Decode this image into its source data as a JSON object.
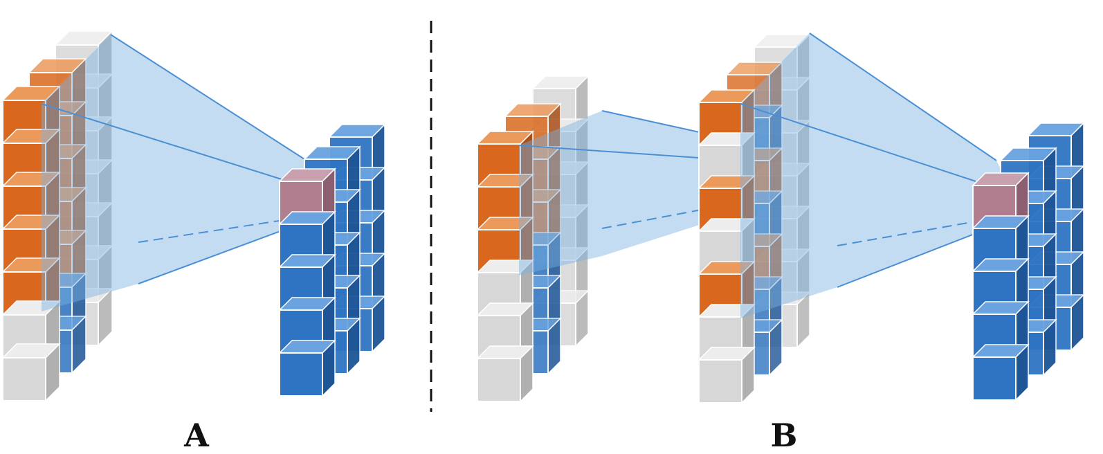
{
  "labels": {
    "a": "A",
    "b": "B"
  },
  "colors": {
    "orange": "#d9681e",
    "orange_top": "#ec9a5c",
    "orange_side": "#a9501a",
    "gray": "#d7d7d7",
    "gray_top": "#ededed",
    "gray_side": "#b0b0b0",
    "blue": "#2f74c2",
    "blue_top": "#6aa3e0",
    "blue_side": "#1d5596",
    "pink": "#b07e8e",
    "receptive_field": "#7bb2e3",
    "line": "#4a8fd4",
    "divider": "#111111",
    "edge": "#ffffff"
  },
  "diagram": {
    "panel_a": {
      "input_grid": {
        "rows": 7,
        "layers": 3,
        "highlighted_rows": 5
      },
      "output_grid": {
        "rows": 5,
        "layers": 3,
        "highlighted_rows": 1
      }
    },
    "panel_b": {
      "input_grid": {
        "rows": 6,
        "layers": 3,
        "highlighted_rows": 3
      },
      "middle_grid": {
        "rows": 7,
        "layers": 3,
        "highlighted_rows": [
          0,
          4
        ]
      },
      "output_grid": {
        "rows": 5,
        "layers": 3,
        "highlighted_rows": 1
      }
    }
  }
}
